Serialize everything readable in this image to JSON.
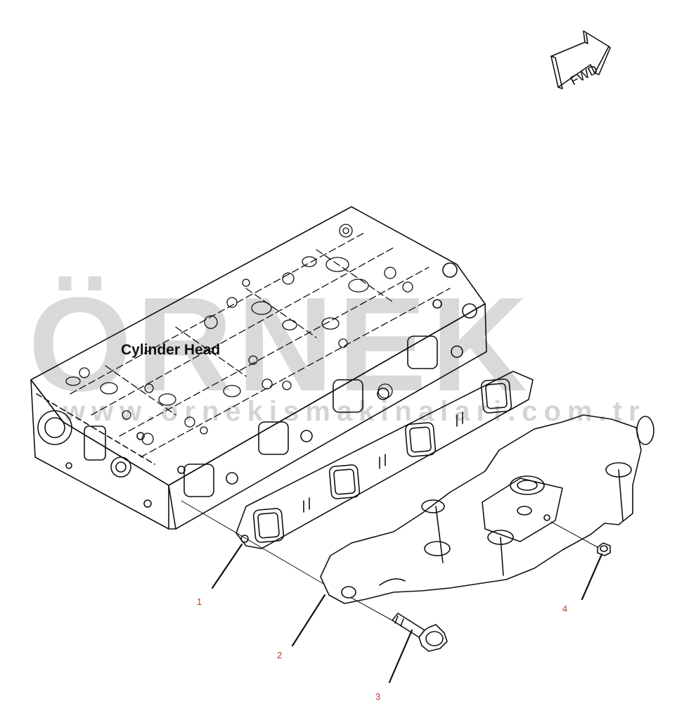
{
  "watermark": {
    "brand": "ÖRNEK",
    "url": "www.ornekismakinalari.com.tr",
    "accent_color": "#f0c020"
  },
  "diagram": {
    "main_label": "Cylinder Head",
    "direction_label": "FWD",
    "callouts": [
      "1",
      "2",
      "3",
      "4"
    ],
    "callout_color": "#c0392b"
  }
}
